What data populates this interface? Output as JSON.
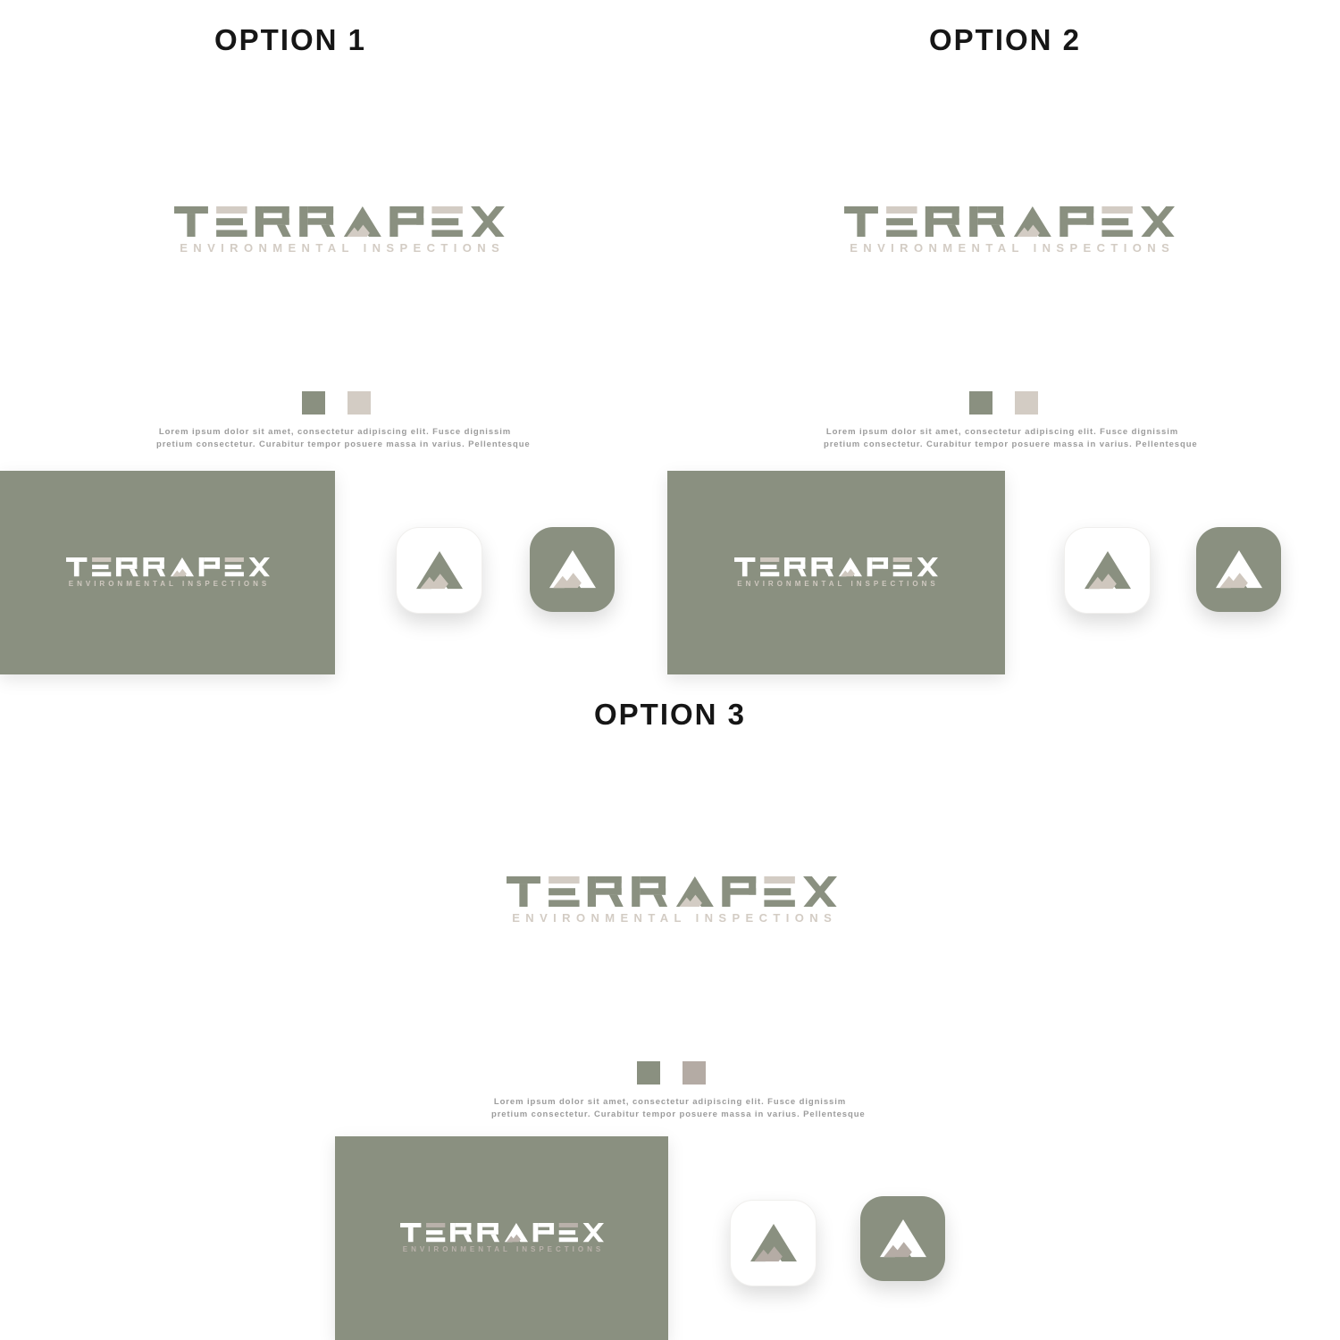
{
  "brand": {
    "name": "TERRAPEX",
    "tagline": "ENVIRONMENTAL INSPECTIONS"
  },
  "description": {
    "line1": "Lorem ipsum dolor sit amet, consectetur adipiscing elit. Fusce dignissim",
    "line2": "pretium consectetur. Curabitur tempor posuere massa in varius. Pellentesque"
  },
  "colors": {
    "sage_green": "#8A9080",
    "light_beige": "#D3CCC4",
    "taupe": "#B4ABA4",
    "white": "#FFFFFF",
    "title_text": "#161616",
    "body_text": "#9B9B9B"
  },
  "options": [
    {
      "label": "OPTION 1",
      "swatches": {
        "primary": "#8A9080",
        "accent": "#D3CCC4"
      }
    },
    {
      "label": "OPTION 2",
      "swatches": {
        "primary": "#8A9080",
        "accent": "#D3CCC4"
      }
    },
    {
      "label": "OPTION 3",
      "swatches": {
        "primary": "#8A9080",
        "accent": "#B4ABA4"
      }
    }
  ]
}
